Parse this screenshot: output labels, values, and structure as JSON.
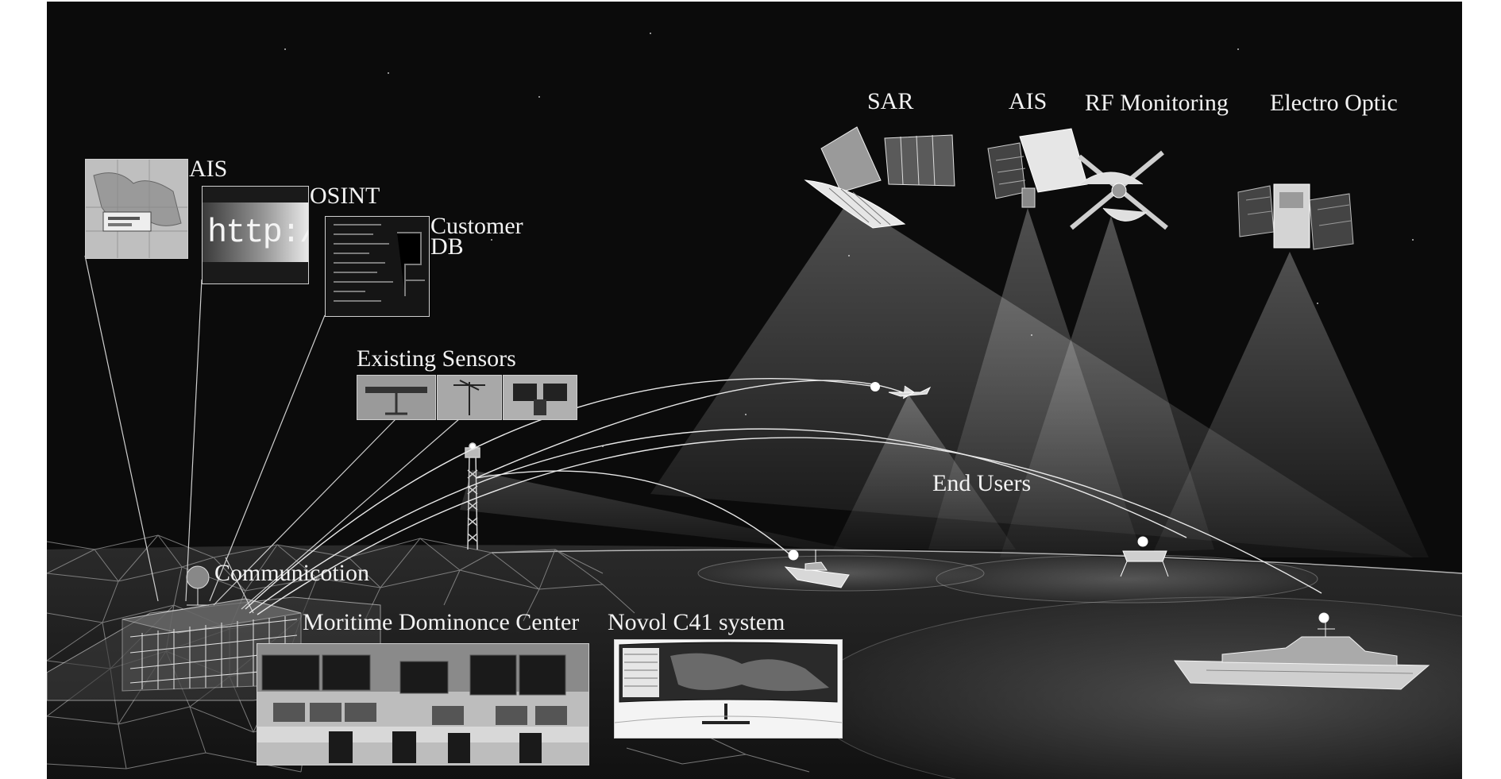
{
  "satellites": {
    "sar": "SAR",
    "ais": "AIS",
    "rf_monitoring": "RF Monitoring",
    "electro_optic": "Electro Optic"
  },
  "data_sources": {
    "ais": "AIS",
    "osint": "OSINT",
    "customer_db_line1": "Customer",
    "customer_db_line2": "DB",
    "osint_screen_text": "http://w"
  },
  "sensors": {
    "existing_sensors": "Existing Sensors"
  },
  "ground": {
    "communication": "Communicotion",
    "maritime_center": "Moritime Dominonce Center",
    "c4i_system": "Novol C41 system",
    "end_users": "End Users"
  }
}
